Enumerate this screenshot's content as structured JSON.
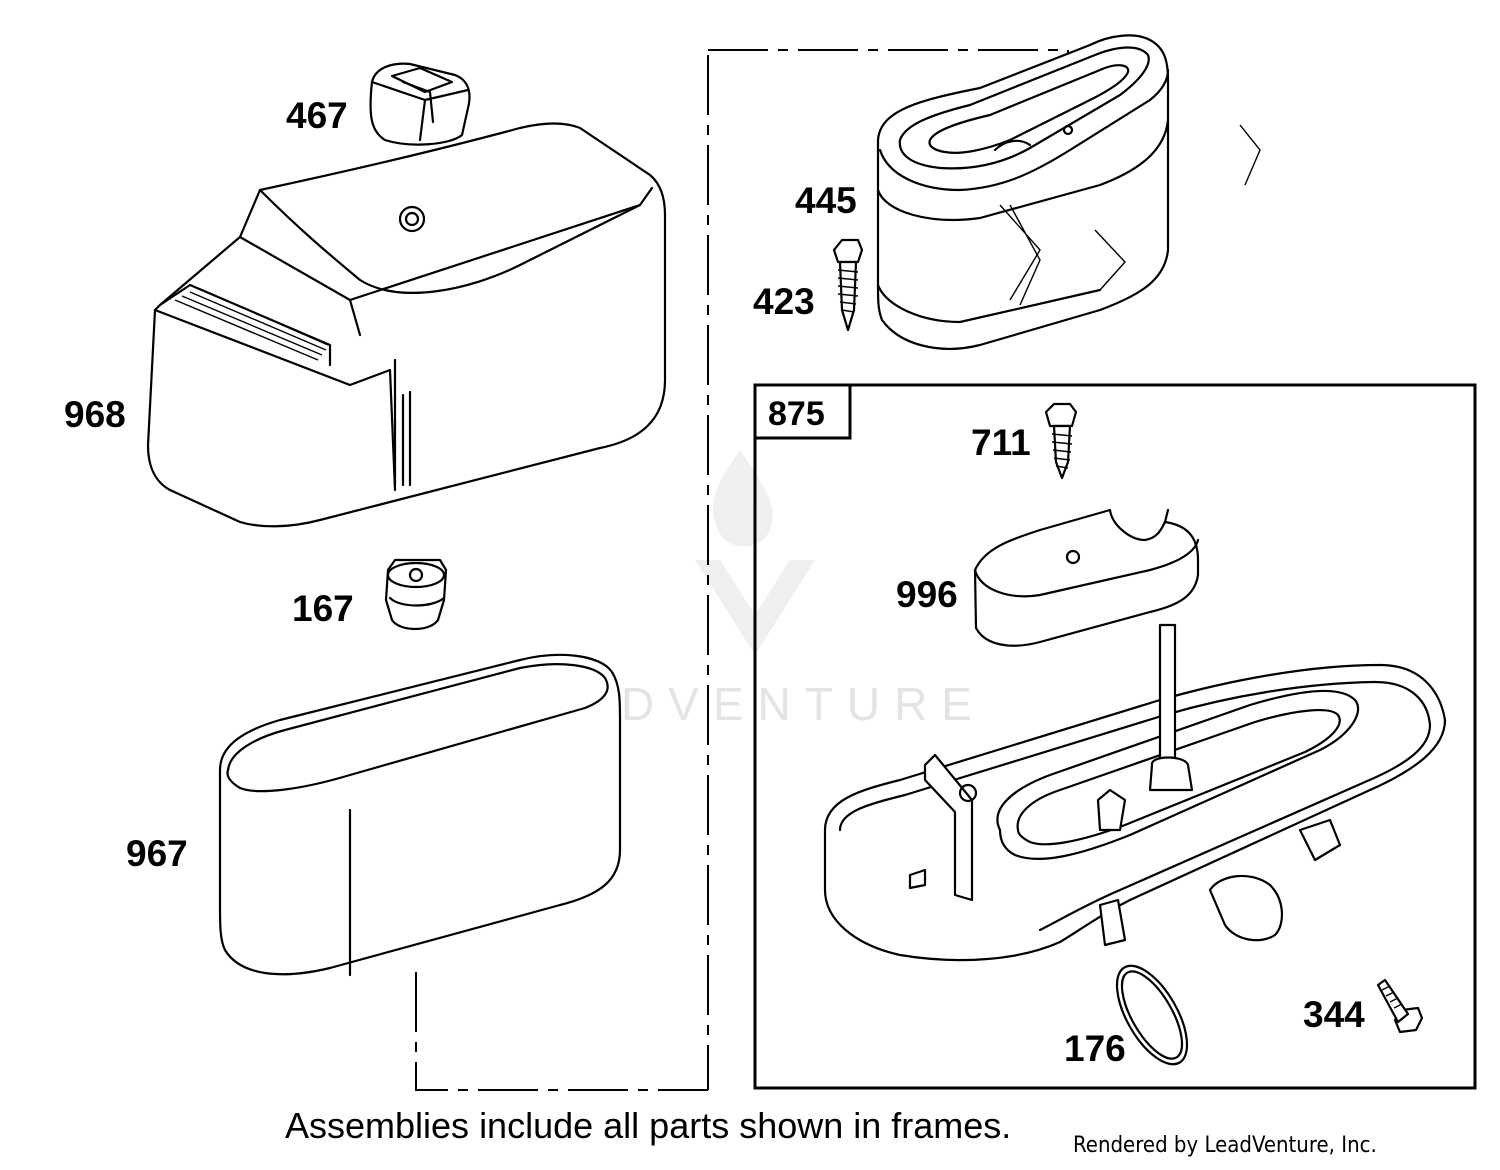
{
  "parts": [
    {
      "number": "467",
      "name": "knob"
    },
    {
      "number": "968",
      "name": "air cleaner cover"
    },
    {
      "number": "167",
      "name": "grommet"
    },
    {
      "number": "967",
      "name": "pre-cleaner"
    },
    {
      "number": "445",
      "name": "air filter cartridge"
    },
    {
      "number": "423",
      "name": "screw"
    },
    {
      "number": "711",
      "name": "screw"
    },
    {
      "number": "996",
      "name": "bracket cover"
    },
    {
      "number": "176",
      "name": "o-ring"
    },
    {
      "number": "344",
      "name": "screw"
    }
  ],
  "assembly_frame": {
    "number": "875"
  },
  "watermark": {
    "text": "LEADVENTURE"
  },
  "footer": {
    "note": "Assemblies include all parts shown in frames.",
    "credit": "Rendered by LeadVenture, Inc."
  }
}
